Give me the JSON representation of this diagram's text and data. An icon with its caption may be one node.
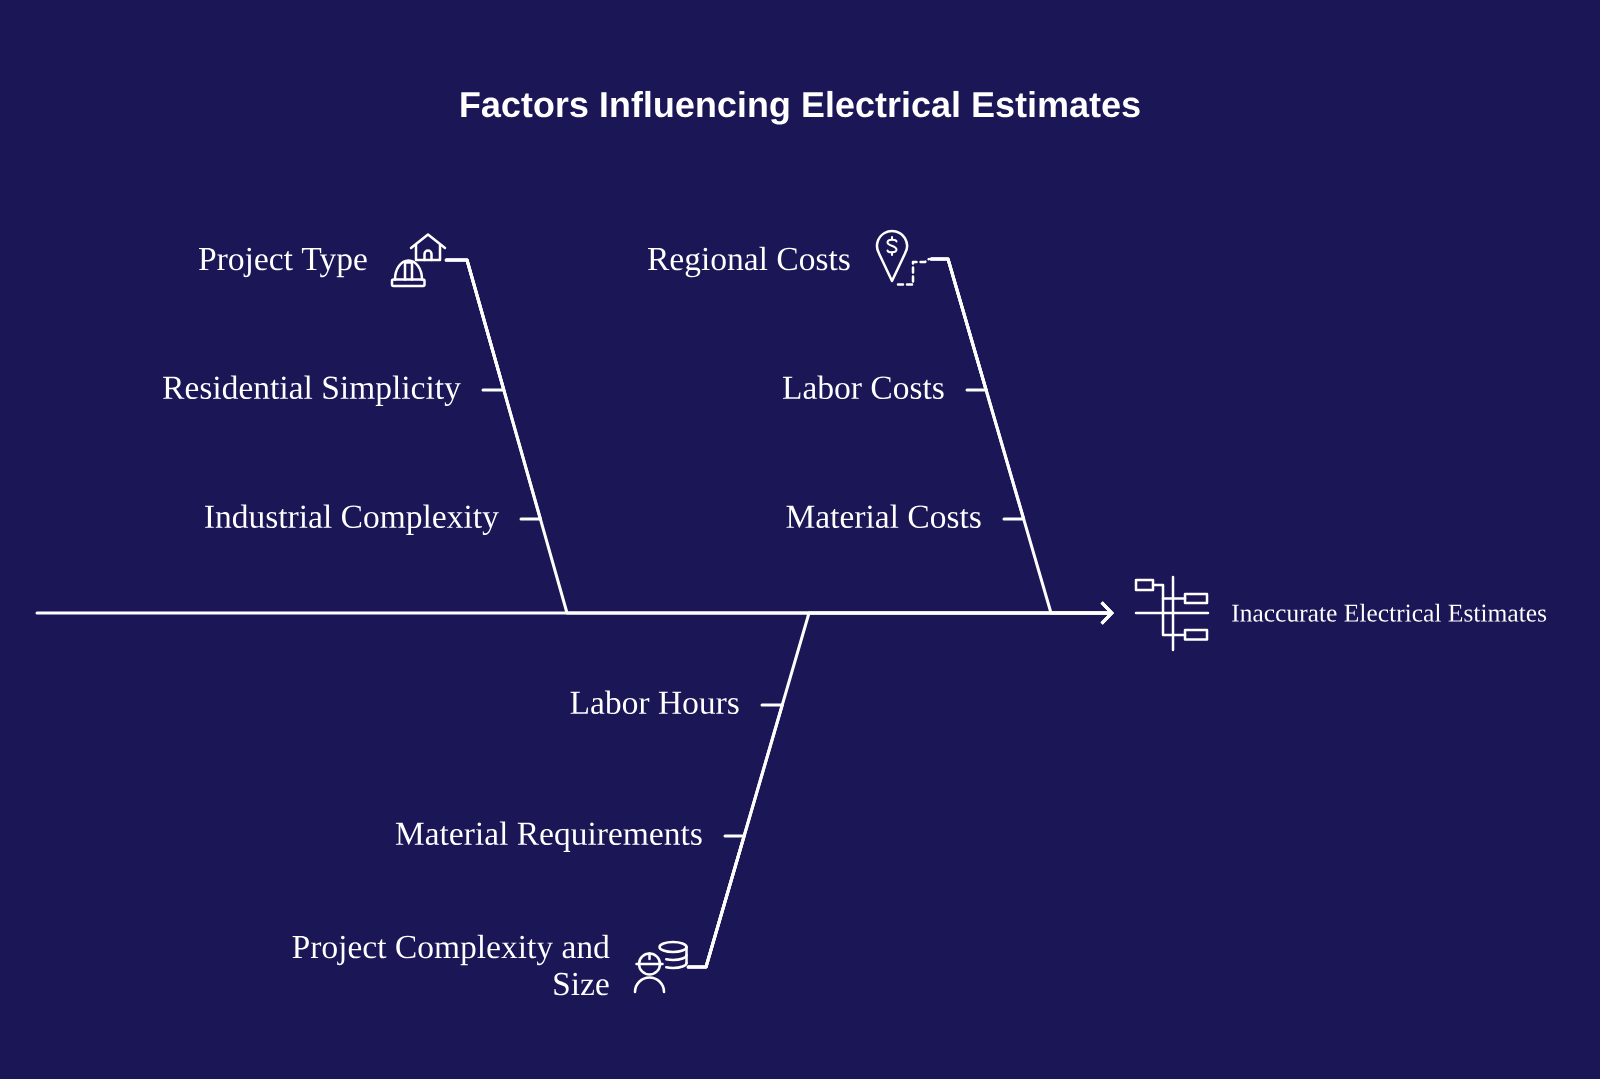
{
  "diagram": {
    "title": "Factors Influencing Electrical Estimates",
    "nodes": [
      {
        "text": [],
        "shape": "picture",
        "beside": [
          "Project Type"
        ]
      },
      {
        "text": [
          "Residential Simplicity"
        ]
      },
      {
        "text": [
          "Industrial Complexity"
        ]
      },
      {
        "text": [],
        "shape": "picture",
        "beside": [
          "Regional Costs"
        ]
      },
      {
        "text": [
          "Labor Costs"
        ]
      },
      {
        "text": [
          "Material Costs"
        ]
      },
      {
        "text": [],
        "shape": "picture",
        "beside": [
          "Inaccurate Electrical Estimates"
        ]
      },
      {
        "text": [
          "Labor Hours"
        ]
      },
      {
        "text": [
          "Material Requirements"
        ]
      },
      {
        "text": [],
        "shape": "picture",
        "beside": [
          "Project Complexity and Size"
        ]
      }
    ],
    "edges": [
      {
        "from": null,
        "to": 6,
        "arrow": "to"
      },
      {
        "from": 0,
        "to": 6,
        "arrow": "to"
      },
      {
        "from": 3,
        "to": 6,
        "arrow": "to"
      },
      {
        "from": 9,
        "to": 6,
        "arrow": "to"
      },
      {
        "from": 1,
        "to": 0,
        "arrow": "none"
      },
      {
        "from": 2,
        "to": 0,
        "arrow": "none"
      },
      {
        "from": 4,
        "to": 3,
        "arrow": "none"
      },
      {
        "from": 5,
        "to": 3,
        "arrow": "none"
      },
      {
        "from": 7,
        "to": 9,
        "arrow": "none"
      },
      {
        "from": 8,
        "to": 9,
        "arrow": "none"
      }
    ]
  }
}
